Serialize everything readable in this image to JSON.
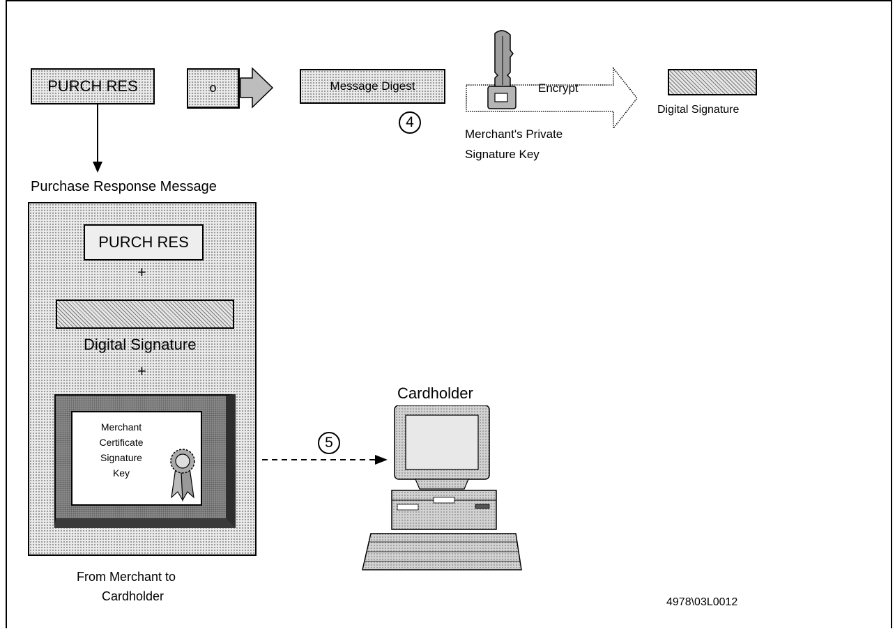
{
  "top_row": {
    "purch_res_label": "PURCH RES",
    "hash_symbol": "o",
    "message_digest_label": "Message Digest",
    "step_4": "4",
    "encrypt_label": "Encrypt",
    "private_key_caption_line1": "Merchant's Private",
    "private_key_caption_line2": "Signature Key",
    "digital_signature_label": "Digital Signature"
  },
  "message_panel": {
    "title": "Purchase Response Message",
    "purch_res_label": "PURCH RES",
    "plus_1": "+",
    "digital_signature_label": "Digital Signature",
    "plus_2": "+",
    "certificate_lines": [
      "Merchant",
      "Certificate",
      "Signature",
      "Key"
    ],
    "caption_line1": "From Merchant to",
    "caption_line2": "Cardholder"
  },
  "transfer": {
    "step_5": "5",
    "recipient_label": "Cardholder"
  },
  "figure_id": "4978\\03L0012"
}
